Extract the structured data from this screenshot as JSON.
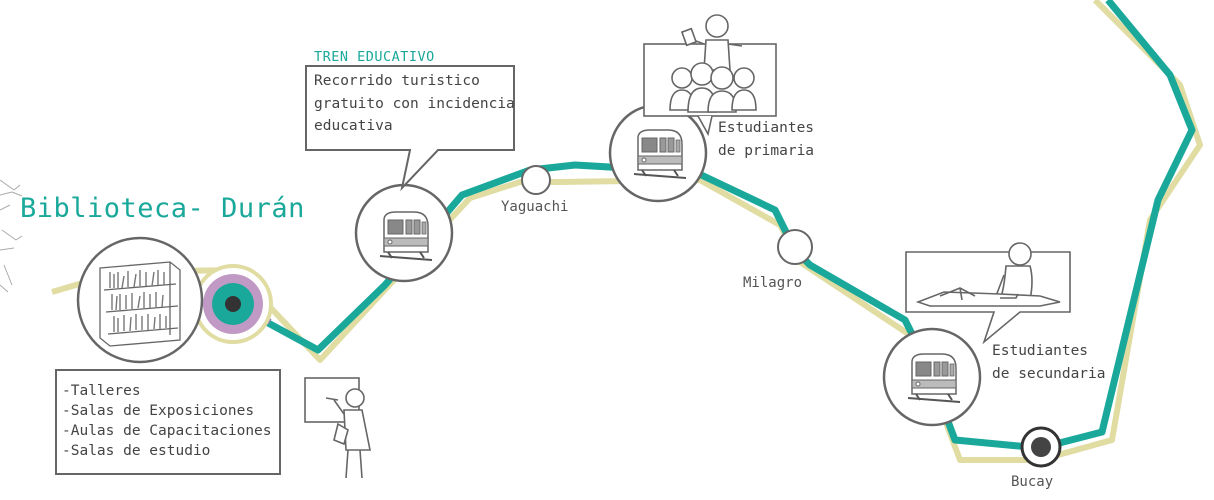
{
  "title": "Biblioteca- Durán",
  "tren_educativo": {
    "heading": "TREN EDUCATIVO",
    "lines": [
      "Recorrido turistico",
      "gratuito con incidencia",
      "educativa"
    ]
  },
  "stations": {
    "yaguachi": "Yaguachi",
    "milagro": "Milagro",
    "bucay": "Bucay"
  },
  "groups": {
    "primaria": [
      "Estudiantes",
      "de primaria"
    ],
    "secundaria": [
      "Estudiantes",
      "de secundaria"
    ]
  },
  "services": [
    "-Talleres",
    "-Salas de Exposiciones",
    "-Aulas de Capacitaciones",
    "-Salas de estudio"
  ],
  "colors": {
    "teal": "#1aa89a",
    "khaki": "#e0dca2",
    "purple": "#c09ac4",
    "gray": "#666666",
    "dark": "#444444"
  },
  "icons": [
    "library-shelves-icon",
    "train-icon",
    "teacher-icon",
    "students-classroom-icon",
    "student-writing-icon"
  ]
}
